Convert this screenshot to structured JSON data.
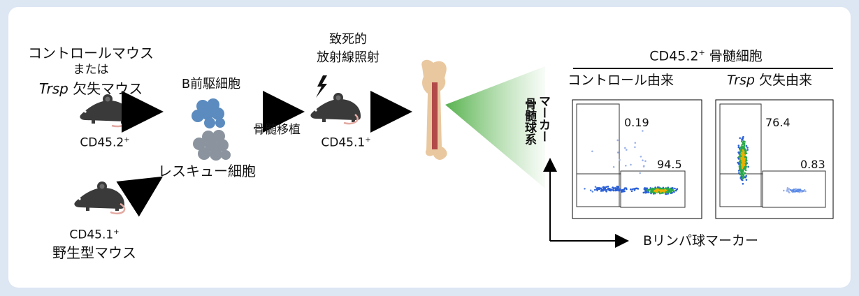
{
  "donor": {
    "line1": "コントロールマウス",
    "line2": "または",
    "line3_italic": "Trsp",
    "line3_rest": " 欠失マウス",
    "marker": "CD45.2",
    "marker_sup": "+"
  },
  "bprecursor": {
    "label": "B前駆細胞"
  },
  "rescue": {
    "label": "レスキュー細胞",
    "marker": "CD45.1",
    "marker_sup": "+",
    "strain": "野生型マウス"
  },
  "transplant": {
    "label": "骨髄移植"
  },
  "irradiation": {
    "line1": "致死的",
    "line2": "放射線照射"
  },
  "recipient": {
    "marker": "CD45.1",
    "marker_sup": "+"
  },
  "facs": {
    "title": "CD45.2",
    "title_sup": "+",
    "title_rest": " 骨髄細胞",
    "y_label_1": "骨髄球系",
    "y_label_2": "マーカー",
    "x_label": "Bリンパ球マーカー",
    "control": {
      "title": "コントロール由来",
      "upper_gate": "0.19",
      "lower_gate": "94.5"
    },
    "trsp": {
      "title_italic": "Trsp",
      "title_rest": " 欠失由来",
      "upper_gate": "76.4",
      "lower_gate": "0.83"
    }
  },
  "colors": {
    "mouse": "#3a3a3a",
    "tail": "#e3a9a2",
    "blue_cells": "#5b8bbf",
    "grey_cells": "#8b949e",
    "bone": "#e9c8a0",
    "marrow": "#b24a4a",
    "cone": "#7cc573"
  }
}
